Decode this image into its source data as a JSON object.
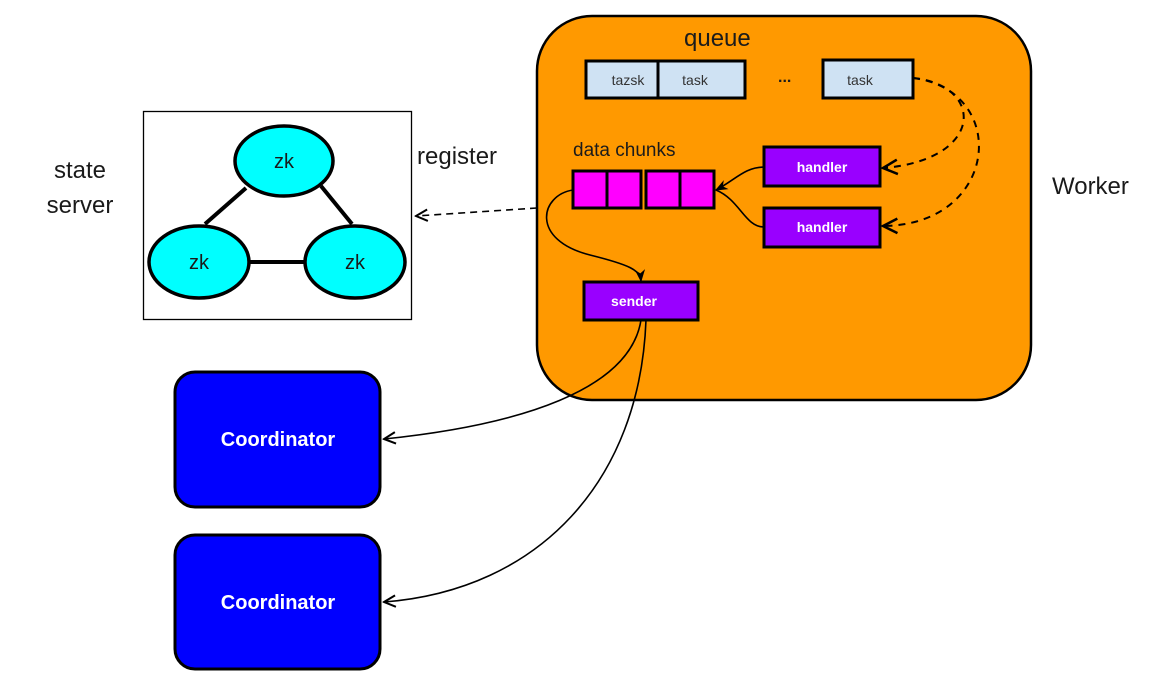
{
  "labels": {
    "state_server_line1": "state",
    "state_server_line2": "server",
    "register": "register",
    "worker": "Worker",
    "queue": "queue",
    "data_chunks": "data chunks",
    "ellipsis": "..."
  },
  "zk_nodes": [
    "zk",
    "zk",
    "zk"
  ],
  "queue_tasks": [
    "tazsk",
    "task",
    "task"
  ],
  "handlers": [
    "handler",
    "handler"
  ],
  "sender": "sender",
  "coordinators": [
    "Coordinator",
    "Coordinator"
  ],
  "colors": {
    "worker_fill": "#ff9900",
    "task_fill": "#cfe2f3",
    "chunk_fill": "#ff00ff",
    "handler_fill": "#9900ff",
    "coordinator_fill": "#0000ff",
    "zk_fill": "#00ffff"
  }
}
